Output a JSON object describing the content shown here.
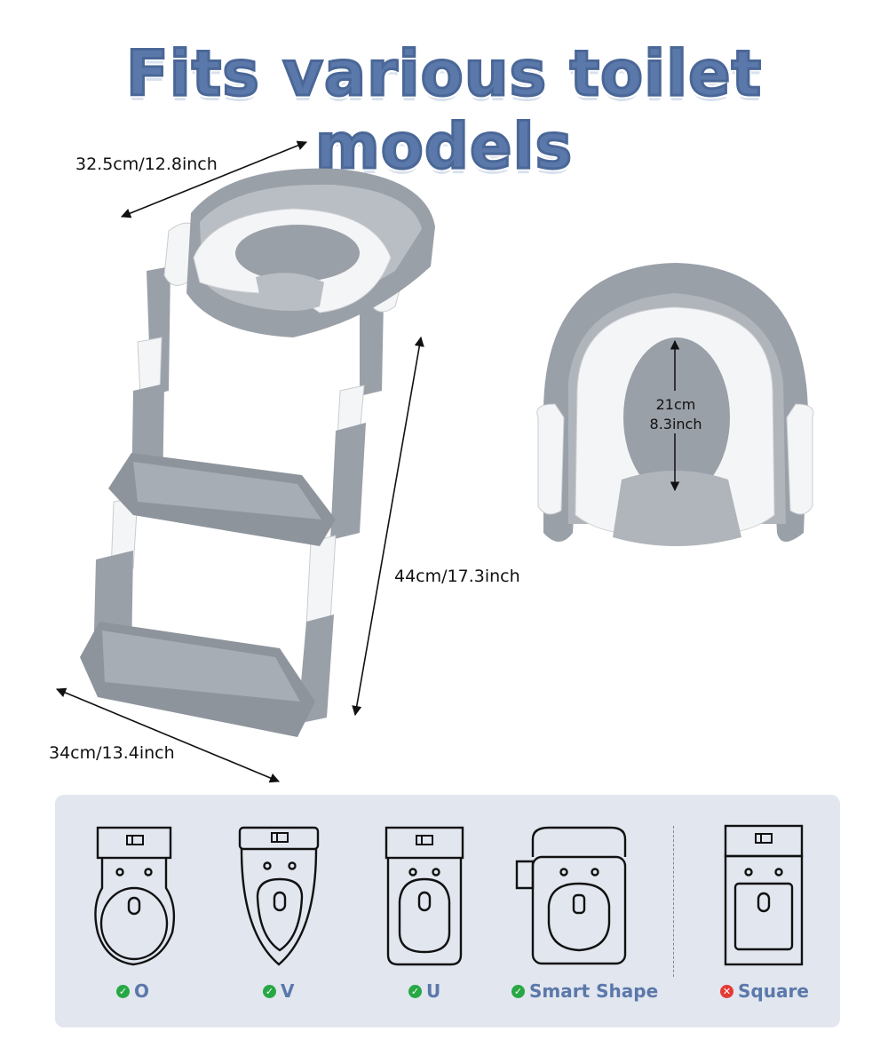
{
  "title": "Fits various toilet models",
  "dimensions": {
    "width": "32.5cm/12.8inch",
    "height": "44cm/17.3inch",
    "depth": "34cm/13.4inch",
    "opening_cm": "21cm",
    "opening_inch": "8.3inch"
  },
  "shapes": [
    {
      "label": "O",
      "status": "check-icon"
    },
    {
      "label": "V",
      "status": "check-icon"
    },
    {
      "label": "U",
      "status": "check-icon"
    },
    {
      "label": "Smart Shape",
      "status": "check-icon"
    },
    {
      "label": "Square",
      "status": "cross-icon"
    }
  ],
  "colors": {
    "title": "#5b78aa",
    "product_gray": "#9aa0a8",
    "product_white": "#f4f5f6",
    "panel": "#e1e6ef",
    "check": "#27a844",
    "cross": "#e53935"
  }
}
